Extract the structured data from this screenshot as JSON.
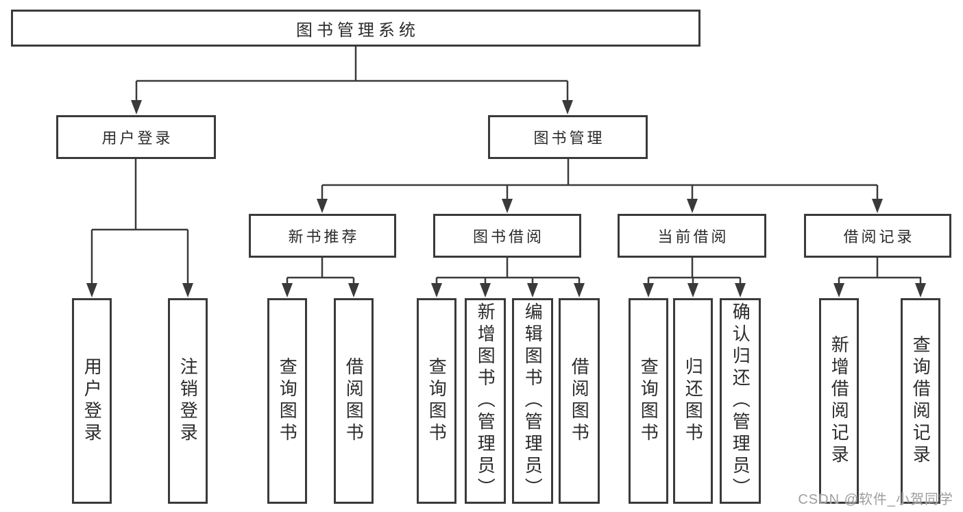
{
  "diagram": {
    "title": "图书管理系统",
    "level2": {
      "user_login": "用户登录",
      "book_management": "图书管理"
    },
    "level3": {
      "new_book_recommend": "新书推荐",
      "book_borrowing": "图书借阅",
      "current_borrowing": "当前借阅",
      "borrowing_records": "借阅记录"
    },
    "leaves": {
      "user_login": "用户登录",
      "logout": "注销登录",
      "rec_query_books": "查询图书",
      "rec_borrow_books": "借阅图书",
      "bor_query_books": "查询图书",
      "bor_add_books": "新增图书（管理员）",
      "bor_edit_books": "编辑图书（管理员）",
      "bor_borrow_books": "借阅图书",
      "cur_query_books": "查询图书",
      "cur_return_books": "归还图书",
      "cur_confirm_return": "确认归还（管理员）",
      "rec_add_record": "新增借阅记录",
      "rec_query_record": "查询借阅记录"
    }
  },
  "watermark": "CSDN @软件_小贺同学",
  "colors": {
    "line": "#3a3a3a",
    "text": "#2b2b2b",
    "background": "#ffffff",
    "watermark": "#9e9e9e"
  }
}
